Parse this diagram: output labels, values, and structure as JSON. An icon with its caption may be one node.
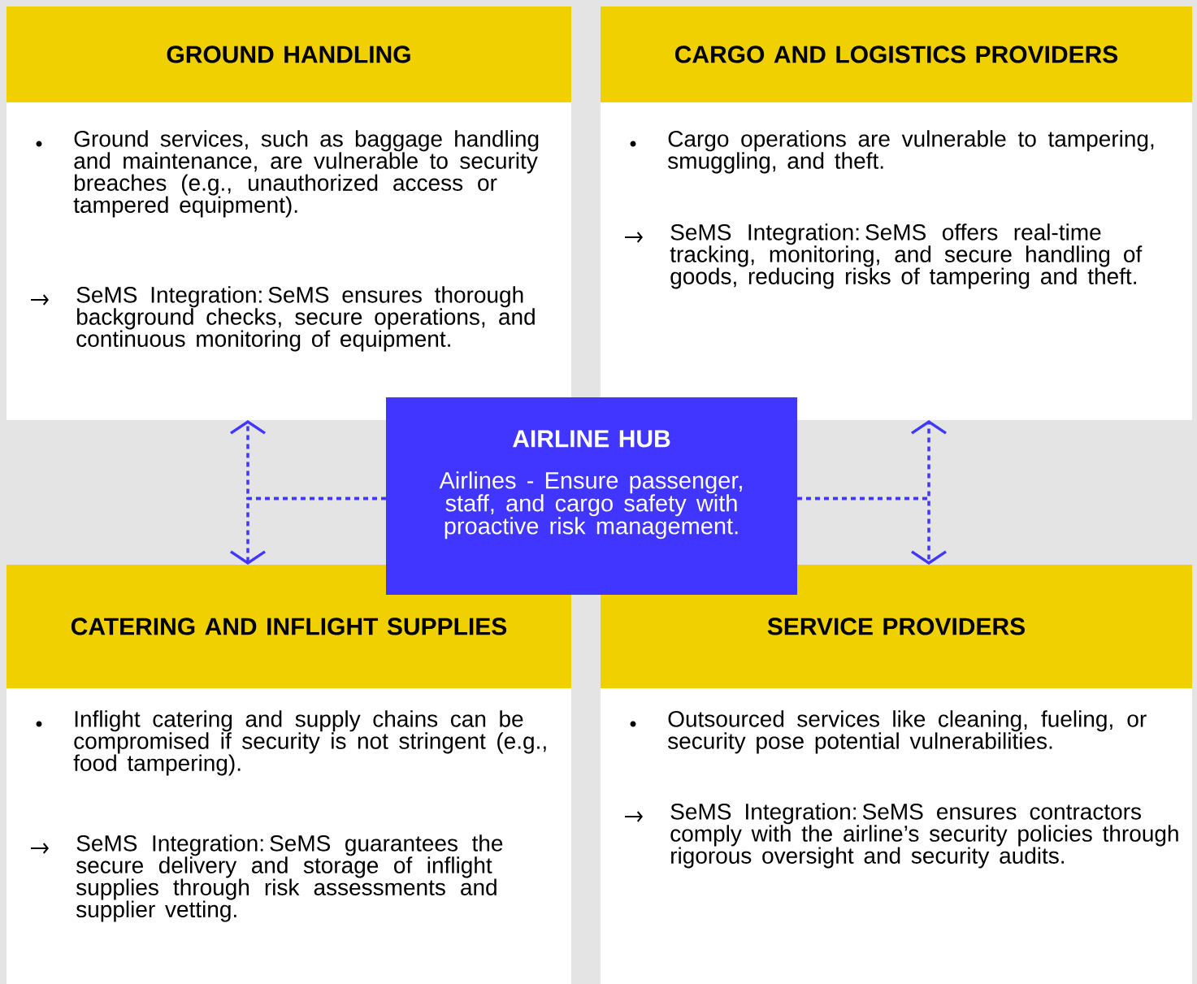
{
  "diagram": {
    "nodes": [
      {
        "text": [
          "GROUND HANDLING",
          "Ground services, such as baggage handling and maintenance, are vulnerable to security breaches (e.g., unauthorized access or tampered equipment).",
          "SeMS Integration: SeMS ensures thorough background checks, secure operations, and continuous monitoring of equipment."
        ]
      },
      {
        "text": [
          "CARGO AND LOGISTICS PROVIDERS",
          "Cargo operations are vulnerable to tampering, smuggling, and theft.",
          "SeMS Integration: SeMS offers real-time tracking, monitoring, and secure handling of goods, reducing risks of tampering and theft."
        ]
      },
      {
        "text": [
          "AIRLINE HUB",
          "Airlines - Ensure passenger, staff, and cargo safety with proactive risk management."
        ]
      },
      {
        "text": [
          "CATERING AND INFLIGHT SUPPLIES",
          "Inflight catering and supply chains can be compromised if security is not stringent (e.g., food tampering).",
          "SeMS Integration: SeMS guarantees the secure delivery and storage of inflight supplies through risk assessments and supplier vetting."
        ]
      },
      {
        "text": [
          "SERVICE PROVIDERS",
          "Outsourced services like cleaning, fueling, or security pose potential vulnerabilities.",
          "SeMS Integration: SeMS ensures contractors comply with the airline’s security policies through rigorous oversight and security audits."
        ]
      }
    ],
    "edges": [
      {
        "from": 2,
        "to": 0,
        "arrow": "to",
        "style": "dashed"
      },
      {
        "from": 2,
        "to": 3,
        "arrow": "to",
        "style": "dashed"
      },
      {
        "from": 2,
        "to": 1,
        "arrow": "to",
        "style": "dashed"
      },
      {
        "from": 2,
        "to": 4,
        "arrow": "to",
        "style": "dashed"
      }
    ]
  }
}
